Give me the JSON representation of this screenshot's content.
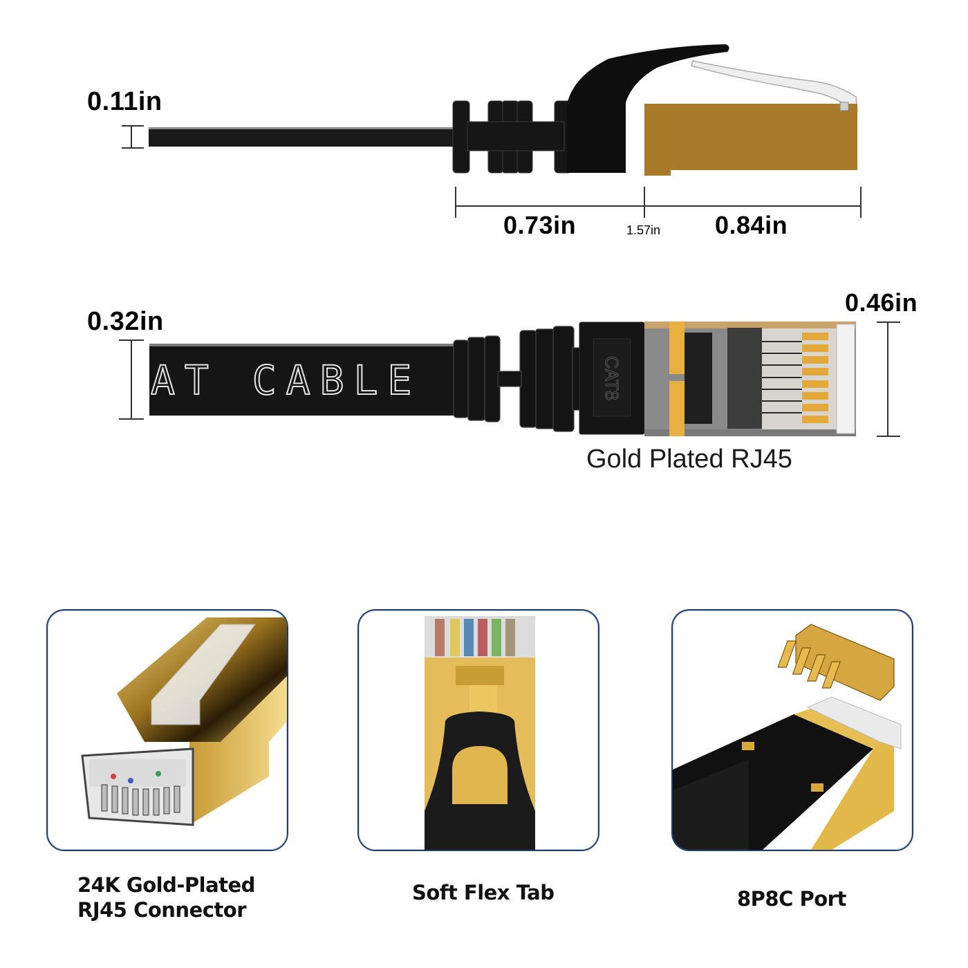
{
  "diagram": {
    "side_view": {
      "cable_thickness_label": "0.11in",
      "boot_length_label": "0.73in",
      "total_length_label": "1.57in",
      "plug_length_label": "0.84in"
    },
    "top_view": {
      "cable_width_label": "0.32in",
      "plug_width_label": "0.46in",
      "cable_print_text": "AT CABLE",
      "boot_marking": "CAT8",
      "caption": "Gold Plated RJ45"
    }
  },
  "features": [
    {
      "title_line1": "24K Gold-Plated",
      "title_line2": "RJ45 Connector",
      "icon": "gold-rj45-plug-icon"
    },
    {
      "title_line1": "Soft Flex Tab",
      "title_line2": "",
      "icon": "flex-tab-icon"
    },
    {
      "title_line1": "8P8C Port",
      "title_line2": "",
      "icon": "8p8c-contacts-icon"
    }
  ],
  "colors": {
    "gold": "#a87a2a",
    "gold_light": "#e0b44a",
    "cable_black": "#111111",
    "panel_border": "#1f3c73"
  }
}
